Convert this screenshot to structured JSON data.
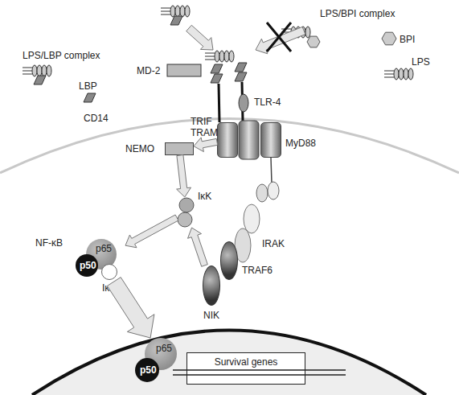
{
  "diagram": {
    "nodes": [
      {
        "text": [
          "TRIF",
          "TRAM"
        ]
      },
      {
        "text": [
          "MyD88"
        ]
      },
      {
        "text": [
          "NEMO"
        ]
      },
      {
        "text": [
          "IκK"
        ]
      },
      {
        "text": [
          "NF-κB"
        ]
      },
      {
        "text": [
          "p65"
        ],
        "in": 4
      },
      {
        "text": [
          "p50"
        ],
        "in": 4
      },
      {
        "text": [
          "IκB"
        ],
        "in": 4
      },
      {
        "text": [
          "IRAK"
        ]
      },
      {
        "text": [
          "TRAF6"
        ]
      },
      {
        "text": [
          "NIK"
        ]
      },
      {
        "text": [
          "p65"
        ]
      },
      {
        "text": [
          "p50"
        ]
      },
      {
        "text": [
          "Survival genes"
        ]
      }
    ],
    "edges": [
      {
        "from": 0,
        "to": 2,
        "arrow": "to"
      },
      {
        "from": 2,
        "to": 3,
        "arrow": "to"
      },
      {
        "from": 10,
        "to": 3,
        "arrow": "to"
      },
      {
        "from": 3,
        "to": 4,
        "arrow": "to"
      },
      {
        "from": 4,
        "to": 11,
        "arrow": "to"
      }
    ],
    "labels": [
      "LPS/BPI complex",
      "LPS/LBP complex",
      "BPI",
      "LBP",
      "LPS",
      "MD-2",
      "CD14",
      "TLR-4"
    ]
  }
}
